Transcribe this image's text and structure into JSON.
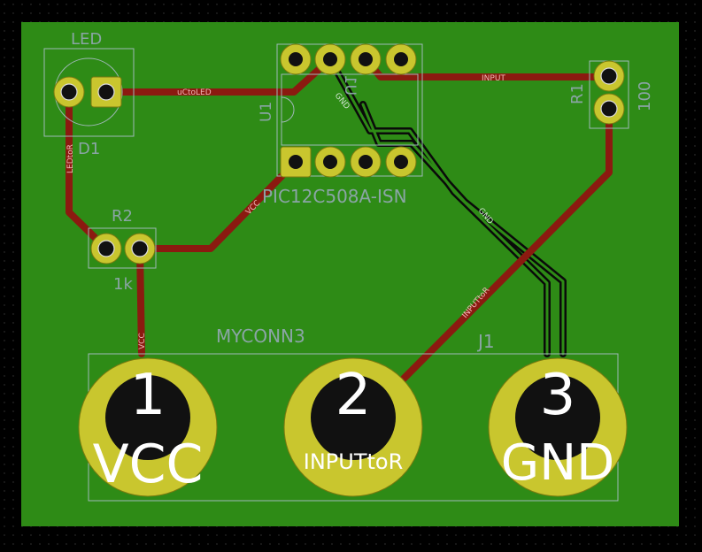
{
  "colors": {
    "background": "#000000",
    "board": "#2e8b16",
    "track_front": "#8b1a10",
    "track_back": "#0a0a0a",
    "pad": "#c9c62e",
    "silkscreen": "#9fb8b8",
    "pad_label": "#ffffff"
  },
  "components": {
    "led": {
      "value": "LED",
      "ref": "D1"
    },
    "resistor_r2": {
      "ref": "R2",
      "value": "1k"
    },
    "resistor_r1": {
      "ref": "R1",
      "value": "100"
    },
    "ic": {
      "ref": "U1",
      "ref_mirror": "U1",
      "value": "PIC12C508A-ISN"
    },
    "connector": {
      "value": "MYCONN3",
      "ref": "J1"
    }
  },
  "nets": {
    "uc_to_led": "uCtoLED",
    "led_to_r": "LEDtoR",
    "vcc": "VCC",
    "gnd": "GND",
    "input": "INPUT",
    "input_to_r": "INPUTtoR"
  },
  "connector_pads": [
    {
      "number": "1",
      "net": "VCC"
    },
    {
      "number": "2",
      "net": "INPUTtoR"
    },
    {
      "number": "3",
      "net": "GND"
    }
  ],
  "icons": [
    "led-icon",
    "resistor-icon",
    "dip8-ic-icon",
    "screw-terminal-icon"
  ]
}
